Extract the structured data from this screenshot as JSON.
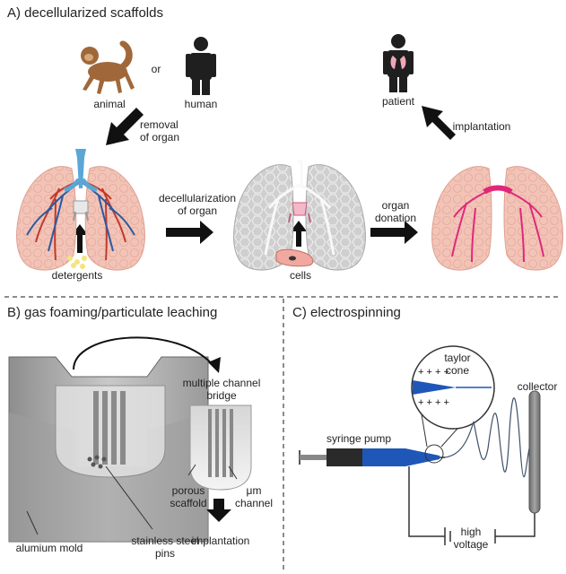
{
  "panel_a": {
    "title": "A) decellularized scaffolds",
    "animal": "animal",
    "or": "or",
    "human": "human",
    "removal": [
      "removal",
      "of organ"
    ],
    "detergents": "detergents",
    "decell": [
      "decellularization",
      "of organ"
    ],
    "cells": "cells",
    "donation": [
      "organ",
      "donation"
    ],
    "implantation": "implantation",
    "patient": "patient"
  },
  "panel_b": {
    "title": "B) gas foaming/particulate leaching",
    "bridge": [
      "multiple channel",
      "bridge"
    ],
    "porous": [
      "porous",
      "scaffold"
    ],
    "channel": [
      "μm",
      "channel"
    ],
    "implantation": "implantation",
    "mold": "alumium mold",
    "pins": [
      "stainless steel",
      "pins"
    ]
  },
  "panel_c": {
    "title": "C) electrospinning",
    "taylor": [
      "taylor",
      "cone"
    ],
    "collector": "collector",
    "syringe": "syringe pump",
    "voltage": [
      "high",
      "voltage"
    ]
  },
  "colors": {
    "lung_tissue": "#f2c4b8",
    "lung_grey": "#c9c9c9",
    "vessel_red": "#c0392b",
    "vessel_blue": "#2c5aa0",
    "vessel_pink": "#e0287a",
    "trachea_blue": "#5aa7d6",
    "syringe_blue": "#1f57b8",
    "monkey": "#a0683a"
  }
}
